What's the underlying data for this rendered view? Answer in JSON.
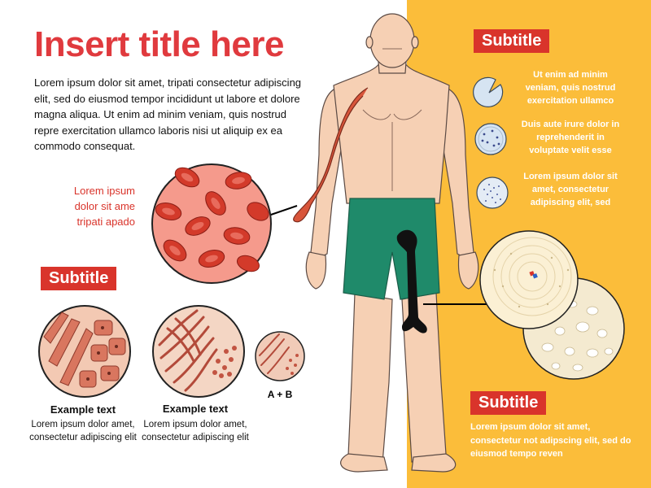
{
  "title": "Insert title here",
  "intro": "Lorem ipsum dolor sit amet, tripati consectetur adipiscing elit, sed do eiusmod tempor incididunt ut labore et dolore magna aliqua. Ut enim ad minim veniam, quis nostrud repre exercitation ullamco laboris nisi ut aliquip ex ea commodo consequat.",
  "blood_label": "Lorem ipsum dolor sit ame tripati apado",
  "tissue_section": {
    "subtitle": "Subtitle",
    "items": [
      {
        "title": "Example text",
        "body": "Lorem ipsum dolor amet, consectetur adipiscing elit"
      },
      {
        "title": "Example text",
        "body": "Lorem ipsum dolor amet, consectetur adipiscing elit"
      }
    ],
    "small_label": "A + B"
  },
  "right_top": {
    "subtitle": "Subtitle",
    "cells": [
      {
        "icon": "cell-wedge-icon",
        "text": "Ut enim ad minim veniam, quis nostrud exercitation ullamco"
      },
      {
        "icon": "cell-dotted-icon",
        "text": "Duis aute irure dolor in reprehenderit in voluptate velit esse"
      },
      {
        "icon": "cell-speckled-icon",
        "text": "Lorem ipsum dolor sit amet, consectetur adipiscing elit, sed"
      }
    ]
  },
  "right_bottom": {
    "subtitle": "Subtitle",
    "body": "Lorem ipsum dolor sit amet, consectetur not adipscing elit, sed do eiusmod tempo reven"
  },
  "colors": {
    "accent_red": "#d9342b",
    "panel_yellow": "#fbbd3a",
    "shorts_green": "#1f8a6a",
    "skin": "#f6d0b4"
  }
}
